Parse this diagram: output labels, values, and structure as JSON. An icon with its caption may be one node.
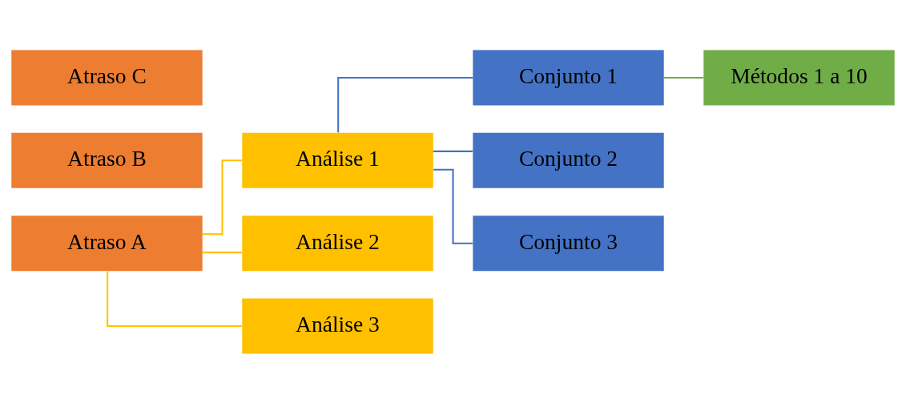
{
  "diagram": {
    "nodes": [
      {
        "text": [
          "Atraso A"
        ]
      },
      {
        "text": [
          "Atraso B"
        ]
      },
      {
        "text": [
          "Atraso C"
        ]
      },
      {
        "text": [
          "Análise 1"
        ]
      },
      {
        "text": [
          "Análise 2"
        ]
      },
      {
        "text": [
          "Análise 3"
        ]
      },
      {
        "text": [
          "Conjunto 1"
        ]
      },
      {
        "text": [
          "Conjunto 2"
        ]
      },
      {
        "text": [
          "Conjunto 3"
        ]
      },
      {
        "text": [
          "Métodos 1 a 10"
        ]
      }
    ],
    "edges": [
      {
        "from": 0,
        "to": 3,
        "arrow": "none",
        "color": "#ffc000"
      },
      {
        "from": 0,
        "to": 4,
        "arrow": "none",
        "color": "#ffc000"
      },
      {
        "from": 0,
        "to": 5,
        "arrow": "none",
        "color": "#ffc000"
      },
      {
        "from": 3,
        "to": 6,
        "arrow": "none",
        "color": "#4472c4"
      },
      {
        "from": 3,
        "to": 7,
        "arrow": "none",
        "color": "#4472c4"
      },
      {
        "from": 3,
        "to": 8,
        "arrow": "none",
        "color": "#4472c4"
      },
      {
        "from": 6,
        "to": 9,
        "arrow": "none",
        "color": "#70ad47"
      }
    ]
  }
}
